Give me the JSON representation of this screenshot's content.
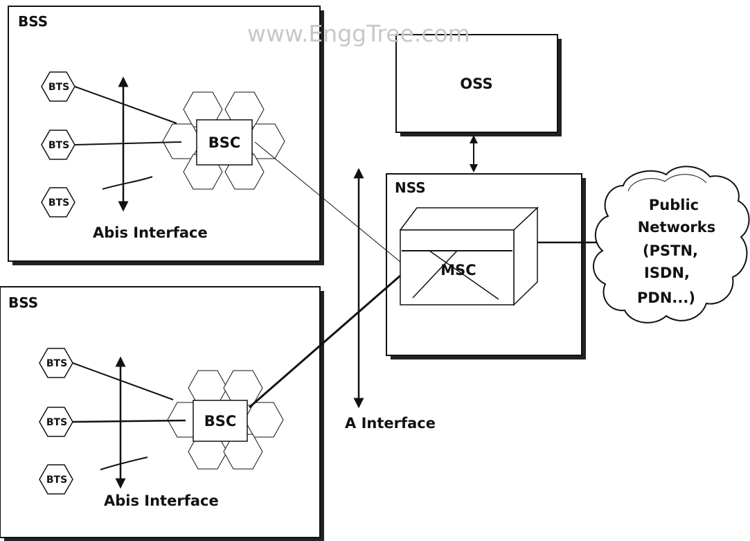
{
  "watermark": "www.EnggTree.com",
  "bss_top": {
    "title": "BSS",
    "bts": [
      "BTS",
      "BTS",
      "BTS"
    ],
    "bsc": "BSC",
    "interface": "Abis Interface"
  },
  "bss_bottom": {
    "title": "BSS",
    "bts": [
      "BTS",
      "BTS",
      "BTS"
    ],
    "bsc": "BSC",
    "interface": "Abis Interface"
  },
  "oss": {
    "label": "OSS"
  },
  "nss": {
    "title": "NSS",
    "msc": "MSC"
  },
  "a_interface": "A Interface",
  "public_networks": {
    "lines": [
      "Public",
      "Networks",
      "(PSTN,",
      "ISDN,",
      "PDN...)"
    ]
  },
  "colors": {
    "line": "#111111",
    "shadow": "#222222",
    "background": "#ffffff",
    "watermark": "#c8c8c8"
  }
}
